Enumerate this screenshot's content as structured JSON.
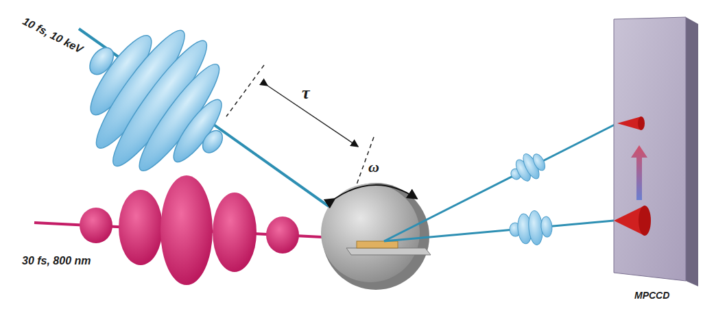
{
  "diagram": {
    "labels": [
      "10 fs, 10 keV",
      "τ",
      "ω",
      "30 fs, 800 nm",
      "MPCCD"
    ]
  }
}
